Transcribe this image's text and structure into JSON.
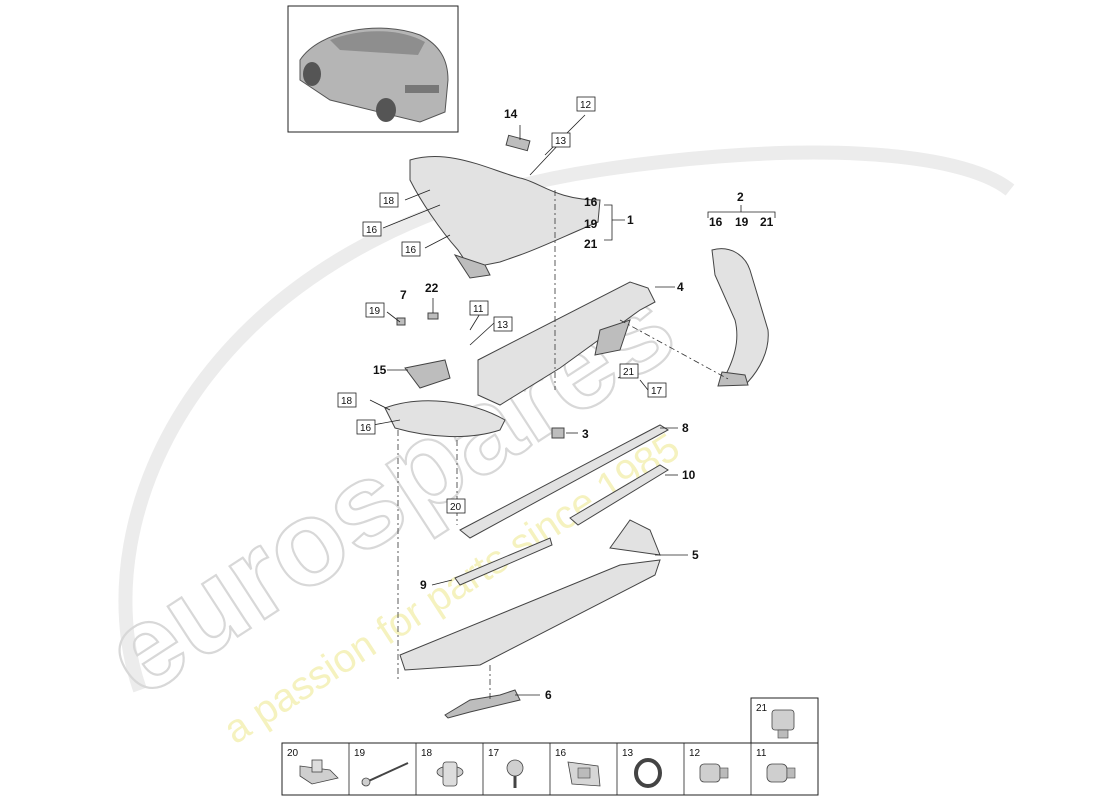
{
  "watermark": {
    "brand": "eurospares",
    "tagline": "a passion for parts since 1985"
  },
  "callouts": {
    "c1": "1",
    "c2": "2",
    "c3": "3",
    "c4": "4",
    "c5": "5",
    "c6": "6",
    "c7": "7",
    "c8": "8",
    "c9": "9",
    "c10": "10",
    "c14": "14",
    "c15": "15",
    "c22": "22",
    "g1_16": "16",
    "g1_19": "19",
    "g1_21": "21",
    "g2_16": "16",
    "g2_19": "19",
    "g2_21": "21"
  },
  "boxed_callouts": {
    "b12": "12",
    "b13a": "13",
    "b18a": "18",
    "b16a": "16",
    "b16b": "16",
    "b19": "19",
    "b11": "11",
    "b13b": "13",
    "b21": "21",
    "b17": "17",
    "b18b": "18",
    "b16c": "16",
    "b20": "20"
  },
  "legend_cells": [
    "20",
    "19",
    "18",
    "17",
    "16",
    "13",
    "12",
    "11"
  ],
  "legend_extra": "21"
}
